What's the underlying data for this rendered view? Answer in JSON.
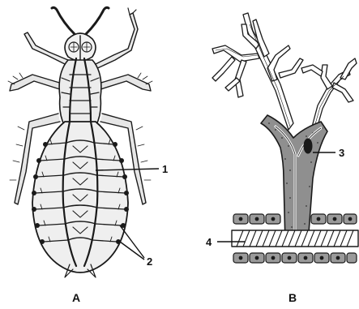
{
  "panels": {
    "left": {
      "label": "A"
    },
    "right": {
      "label": "B"
    }
  },
  "callouts": {
    "c1": "1",
    "c2": "2",
    "c3": "3",
    "c4": "4"
  }
}
